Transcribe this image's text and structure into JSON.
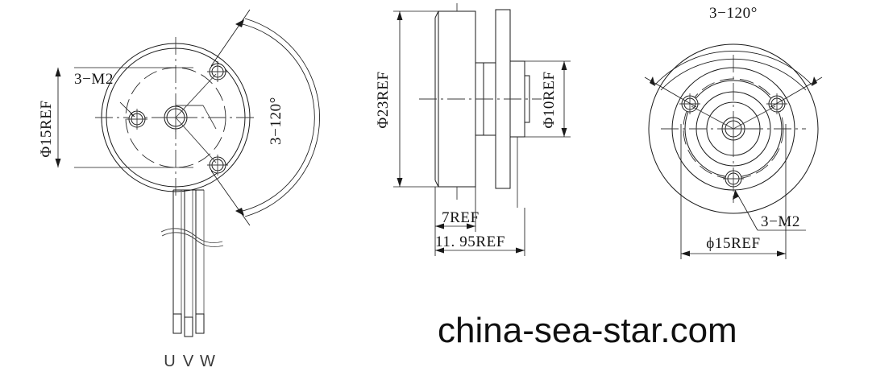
{
  "document": {
    "kind": "engineering-drawing",
    "subject": "brushless dc motor outline dimensions",
    "line_color": "#1a1a1a",
    "background_color": "#ffffff",
    "watermark": "china-sea-star.com"
  },
  "views": {
    "left": {
      "name": "front-view-with-leads",
      "labels": {
        "bolt_circle": "Φ15REF",
        "thread": "3−M2",
        "angle": "3−120°"
      },
      "lead_labels": [
        "U",
        "V",
        "W"
      ],
      "hole_count": 3
    },
    "middle": {
      "name": "side-section-view",
      "labels": {
        "body_diameter": "Φ23REF",
        "shaft_diameter": "Φ10REF",
        "body_length": "7REF",
        "overall_length": "11. 95REF"
      }
    },
    "right": {
      "name": "rear-view",
      "labels": {
        "angle": "3−120°",
        "thread": "3−M2",
        "bolt_circle": "ϕ15REF"
      },
      "hole_count": 3
    }
  },
  "dimensions_summary": {
    "body_diameter_mm": 23,
    "shaft_mount_diameter_mm": 10,
    "bolt_circle_diameter_mm": 15,
    "body_length_mm": 7,
    "overall_length_mm": 11.95,
    "thread_spec": "M2",
    "thread_quantity": 3,
    "thread_pitch_angle_deg": 120,
    "lead_count": 3
  }
}
